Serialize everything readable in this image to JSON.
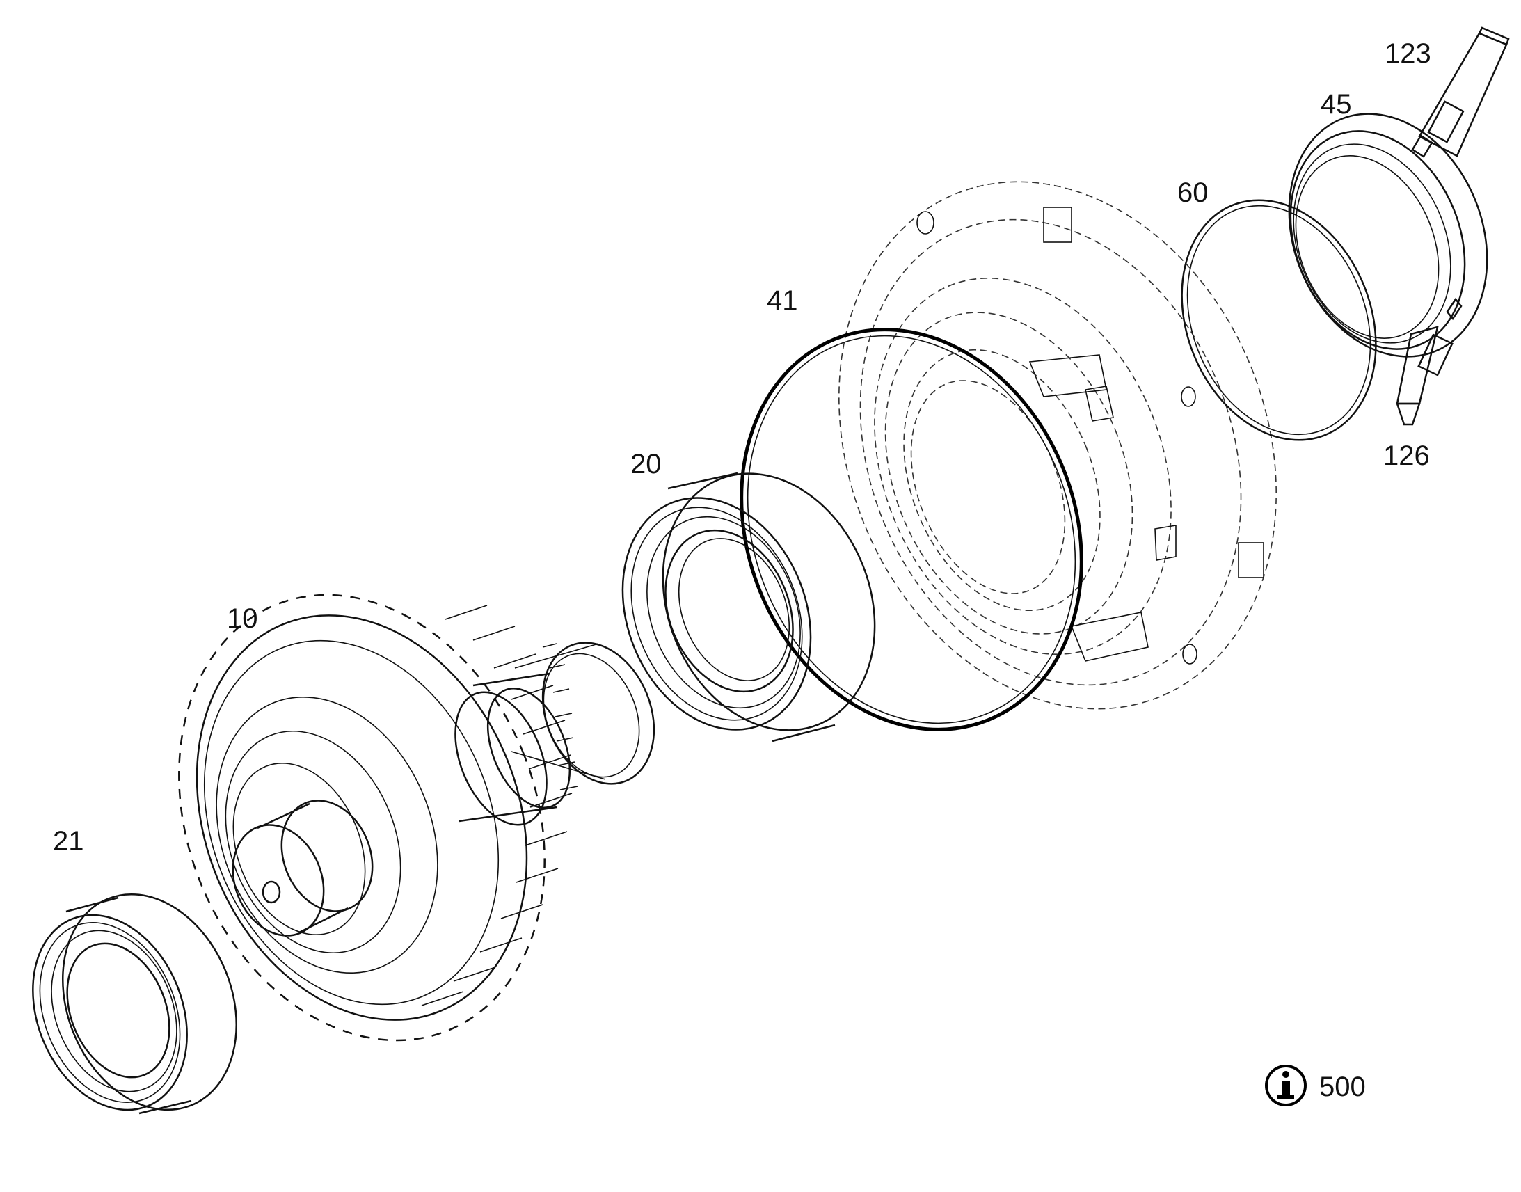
{
  "parts": [
    {
      "id": "10",
      "label": "10",
      "icon": "gear-shaft-icon"
    },
    {
      "id": "20",
      "label": "20",
      "icon": "roller-bearing-icon"
    },
    {
      "id": "21",
      "label": "21",
      "icon": "roller-bearing-icon"
    },
    {
      "id": "41",
      "label": "41",
      "icon": "o-ring-icon"
    },
    {
      "id": "45",
      "label": "45",
      "icon": "shaft-seal-icon"
    },
    {
      "id": "60",
      "label": "60",
      "icon": "o-ring-icon"
    },
    {
      "id": "123",
      "label": "123",
      "icon": "sealant-tube-icon"
    },
    {
      "id": "126",
      "label": "126",
      "icon": "sealant-tube-icon"
    }
  ],
  "info_note": {
    "icon": "info-icon",
    "text": "500"
  }
}
